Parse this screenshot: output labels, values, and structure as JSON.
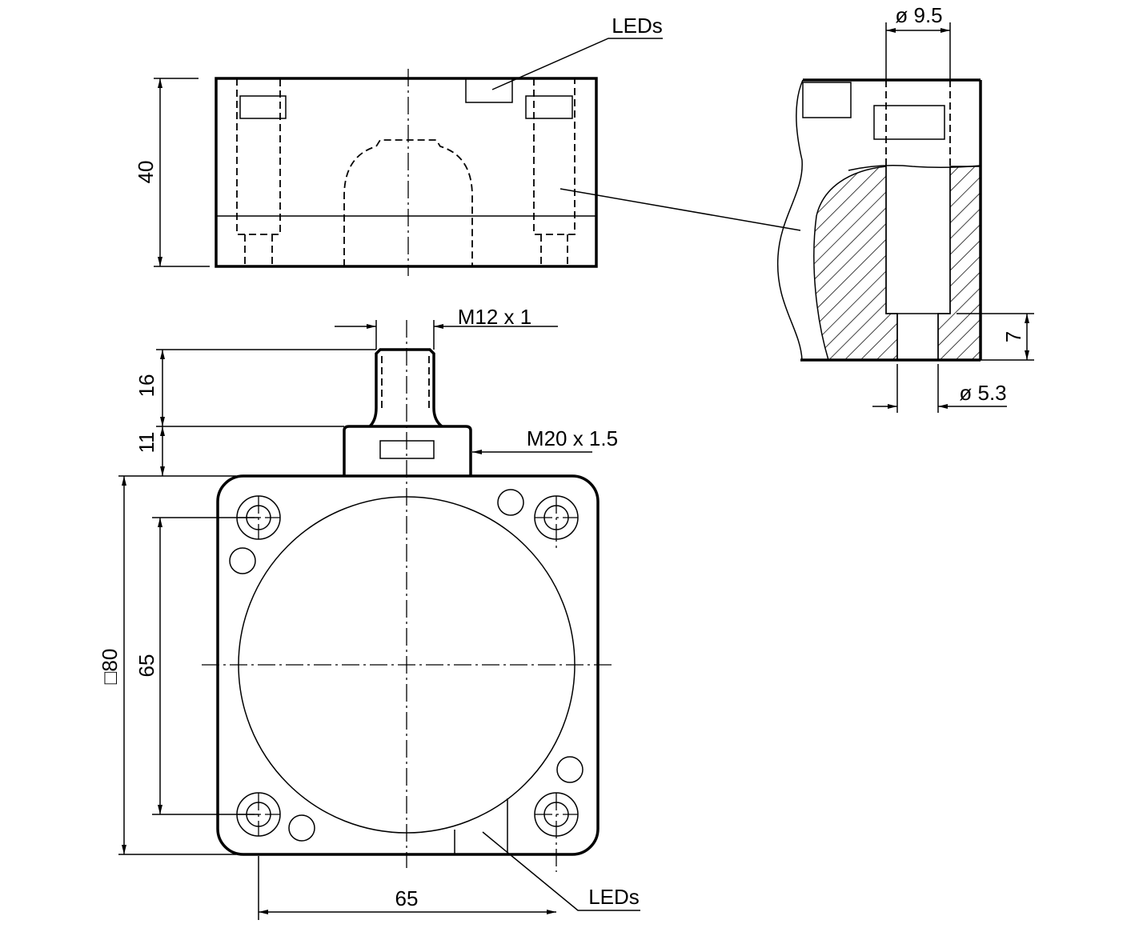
{
  "drawing": {
    "top_view": {
      "leds_label": "LEDs",
      "height_dim": "40"
    },
    "detail_view": {
      "bore_dim": "ø 9.5",
      "depth_dim": "7",
      "hole_dim": "ø 5.3"
    },
    "front_view": {
      "connector_thread": "M12 x 1",
      "housing_thread": "M20 x 1.5",
      "connector_length": "16",
      "housing_thread_length": "11",
      "square_size": "□80",
      "hole_spacing_vertical": "65",
      "hole_spacing_horizontal": "65",
      "leds_label": "LEDs"
    }
  }
}
